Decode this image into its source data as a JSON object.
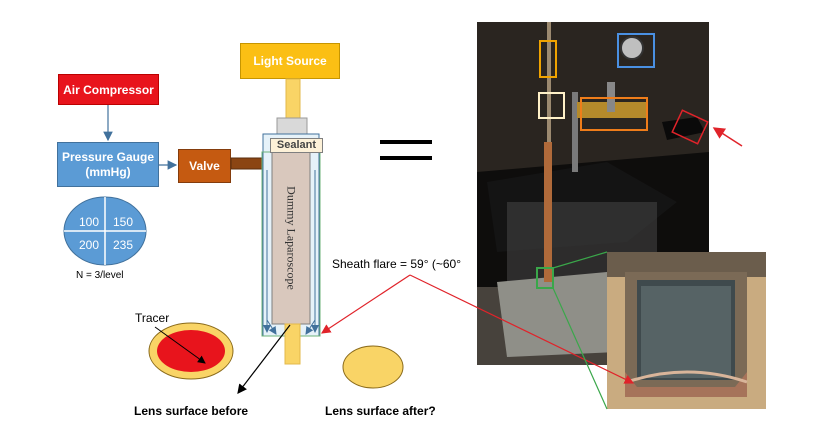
{
  "labels": {
    "air_compressor": "Air Compressor",
    "pressure_gauge_line1": "Pressure Gauge",
    "pressure_gauge_line2": "(mmHg)",
    "valve": "Valve",
    "light_source": "Light Source",
    "sealant": "Sealant",
    "dummy_laparoscope": "Dummy Laparoscope",
    "n_per_level": "N = 3/level",
    "tracer": "Tracer",
    "lens_before": "Lens surface before",
    "lens_after": "Lens surface after?",
    "sheath_flare": "Sheath flare = 59° (~60°"
  },
  "pressure_levels": [
    "100",
    "150",
    "200",
    "235"
  ],
  "colors": {
    "air_compressor": "#e8141c",
    "pressure_gauge": "#5b9bd5",
    "valve": "#c55a11",
    "light_source": "#fbbf14",
    "tracer": "#e8141c",
    "lens": "#f9d466",
    "pointer_red": "#e0232a",
    "pointer_green": "#3aa74a"
  }
}
